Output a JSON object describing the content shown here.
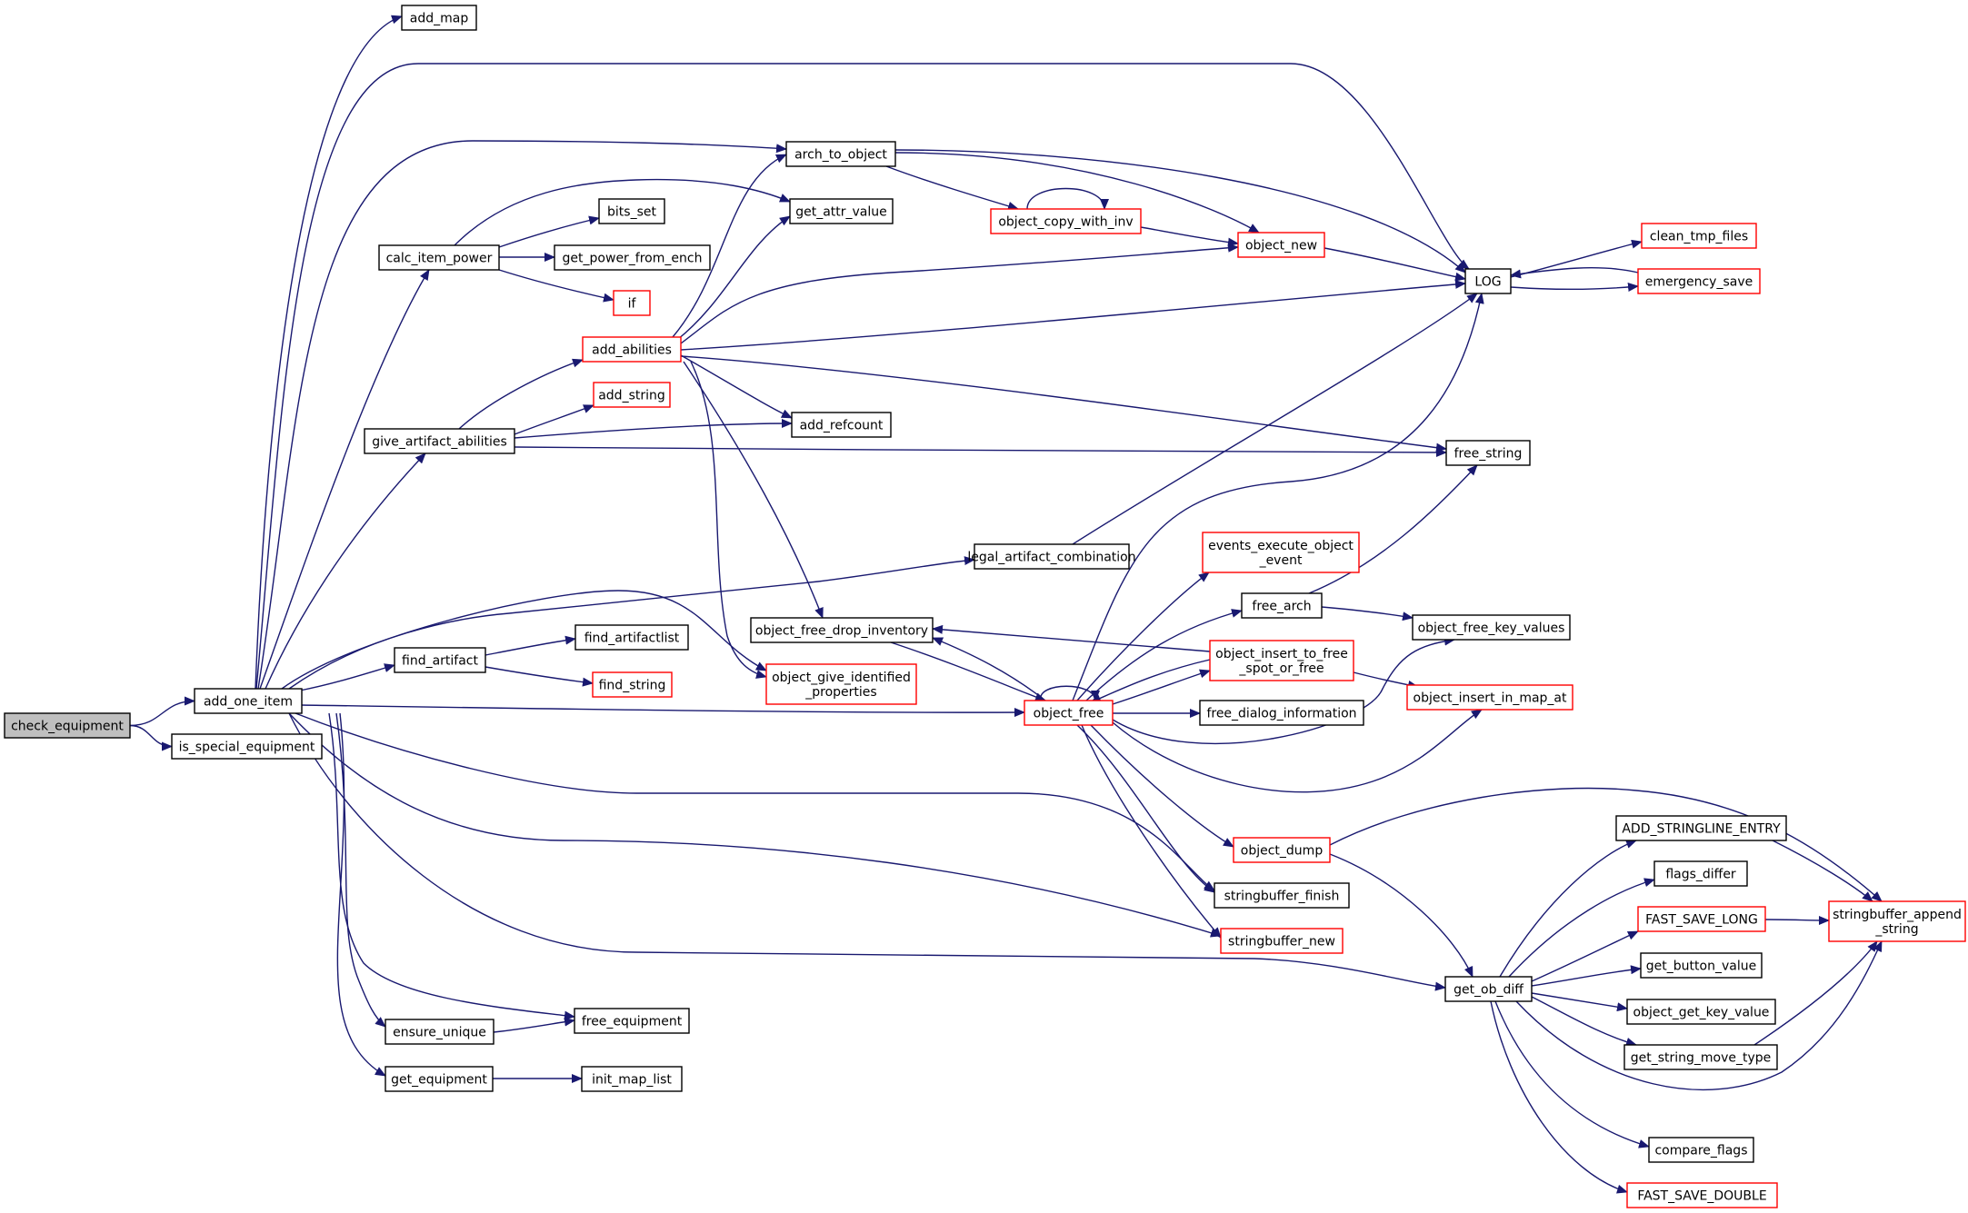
{
  "colors": {
    "edge": "#191970",
    "node_border": "#000000",
    "truncated_border": "#ff0000",
    "root_fill": "#bfbfbf",
    "node_fill": "#ffffff"
  },
  "nodes": [
    {
      "id": "check_equipment",
      "label": [
        "check_equipment"
      ],
      "root": true
    },
    {
      "id": "add_one_item",
      "label": [
        "add_one_item"
      ]
    },
    {
      "id": "is_special_equipment",
      "label": [
        "is_special_equipment"
      ]
    },
    {
      "id": "add_map",
      "label": [
        "add_map"
      ]
    },
    {
      "id": "arch_to_object",
      "label": [
        "arch_to_object"
      ]
    },
    {
      "id": "calc_item_power",
      "label": [
        "calc_item_power"
      ]
    },
    {
      "id": "give_artifact_abilities",
      "label": [
        "give_artifact_abilities"
      ]
    },
    {
      "id": "find_artifact",
      "label": [
        "find_artifact"
      ]
    },
    {
      "id": "ensure_unique",
      "label": [
        "ensure_unique"
      ]
    },
    {
      "id": "get_equipment",
      "label": [
        "get_equipment"
      ]
    },
    {
      "id": "bits_set",
      "label": [
        "bits_set"
      ]
    },
    {
      "id": "get_attr_value",
      "label": [
        "get_attr_value"
      ]
    },
    {
      "id": "get_power_from_ench",
      "label": [
        "get_power_from_ench"
      ]
    },
    {
      "id": "if",
      "label": [
        "if"
      ],
      "truncated": true
    },
    {
      "id": "add_abilities",
      "label": [
        "add_abilities"
      ],
      "truncated": true
    },
    {
      "id": "add_string",
      "label": [
        "add_string"
      ],
      "truncated": true
    },
    {
      "id": "add_refcount",
      "label": [
        "add_refcount"
      ]
    },
    {
      "id": "find_artifactlist",
      "label": [
        "find_artifactlist"
      ]
    },
    {
      "id": "find_string",
      "label": [
        "find_string"
      ],
      "truncated": true
    },
    {
      "id": "free_equipment",
      "label": [
        "free_equipment"
      ]
    },
    {
      "id": "init_map_list",
      "label": [
        "init_map_list"
      ]
    },
    {
      "id": "object_copy_with_inv",
      "label": [
        "object_copy_with_inv"
      ],
      "truncated": true
    },
    {
      "id": "object_new",
      "label": [
        "object_new"
      ],
      "truncated": true
    },
    {
      "id": "legal_artifact_combination",
      "label": [
        "legal_artifact_combination"
      ]
    },
    {
      "id": "object_free_drop_inventory",
      "label": [
        "object_free_drop_inventory"
      ]
    },
    {
      "id": "object_give_identified_properties",
      "label": [
        "object_give_identified",
        "_properties"
      ],
      "truncated": true
    },
    {
      "id": "object_free",
      "label": [
        "object_free"
      ],
      "truncated": true
    },
    {
      "id": "LOG",
      "label": [
        "LOG"
      ]
    },
    {
      "id": "clean_tmp_files",
      "label": [
        "clean_tmp_files"
      ],
      "truncated": true
    },
    {
      "id": "emergency_save",
      "label": [
        "emergency_save"
      ],
      "truncated": true
    },
    {
      "id": "free_string",
      "label": [
        "free_string"
      ]
    },
    {
      "id": "events_execute_object_event",
      "label": [
        "events_execute_object",
        "_event"
      ],
      "truncated": true
    },
    {
      "id": "free_arch",
      "label": [
        "free_arch"
      ]
    },
    {
      "id": "object_insert_to_free_spot_or_free",
      "label": [
        "object_insert_to_free",
        "_spot_or_free"
      ],
      "truncated": true
    },
    {
      "id": "free_dialog_information",
      "label": [
        "free_dialog_information"
      ]
    },
    {
      "id": "object_dump",
      "label": [
        "object_dump"
      ],
      "truncated": true
    },
    {
      "id": "stringbuffer_finish",
      "label": [
        "stringbuffer_finish"
      ]
    },
    {
      "id": "stringbuffer_new",
      "label": [
        "stringbuffer_new"
      ],
      "truncated": true
    },
    {
      "id": "object_free_key_values",
      "label": [
        "object_free_key_values"
      ]
    },
    {
      "id": "object_insert_in_map_at",
      "label": [
        "object_insert_in_map_at"
      ],
      "truncated": true
    },
    {
      "id": "get_ob_diff",
      "label": [
        "get_ob_diff"
      ]
    },
    {
      "id": "ADD_STRINGLINE_ENTRY",
      "label": [
        "ADD_STRINGLINE_ENTRY"
      ]
    },
    {
      "id": "flags_differ",
      "label": [
        "flags_differ"
      ]
    },
    {
      "id": "FAST_SAVE_LONG",
      "label": [
        "FAST_SAVE_LONG"
      ],
      "truncated": true
    },
    {
      "id": "get_button_value",
      "label": [
        "get_button_value"
      ]
    },
    {
      "id": "object_get_key_value",
      "label": [
        "object_get_key_value"
      ]
    },
    {
      "id": "get_string_move_type",
      "label": [
        "get_string_move_type"
      ]
    },
    {
      "id": "compare_flags",
      "label": [
        "compare_flags"
      ]
    },
    {
      "id": "FAST_SAVE_DOUBLE",
      "label": [
        "FAST_SAVE_DOUBLE"
      ],
      "truncated": true
    },
    {
      "id": "stringbuffer_append_string",
      "label": [
        "stringbuffer_append",
        "_string"
      ],
      "truncated": true
    }
  ],
  "edges": [
    {
      "from": "check_equipment",
      "to": "add_one_item"
    },
    {
      "from": "check_equipment",
      "to": "is_special_equipment"
    },
    {
      "from": "add_one_item",
      "to": "add_map"
    },
    {
      "from": "add_one_item",
      "to": "LOG"
    },
    {
      "from": "add_one_item",
      "to": "arch_to_object"
    },
    {
      "from": "add_one_item",
      "to": "calc_item_power"
    },
    {
      "from": "add_one_item",
      "to": "give_artifact_abilities"
    },
    {
      "from": "add_one_item",
      "to": "find_artifact"
    },
    {
      "from": "add_one_item",
      "to": "legal_artifact_combination"
    },
    {
      "from": "add_one_item",
      "to": "object_give_identified_properties"
    },
    {
      "from": "add_one_item",
      "to": "object_free"
    },
    {
      "from": "add_one_item",
      "to": "stringbuffer_finish"
    },
    {
      "from": "add_one_item",
      "to": "stringbuffer_new"
    },
    {
      "from": "add_one_item",
      "to": "get_ob_diff"
    },
    {
      "from": "add_one_item",
      "to": "free_equipment"
    },
    {
      "from": "add_one_item",
      "to": "ensure_unique"
    },
    {
      "from": "add_one_item",
      "to": "get_equipment"
    },
    {
      "from": "calc_item_power",
      "to": "get_attr_value"
    },
    {
      "from": "calc_item_power",
      "to": "bits_set"
    },
    {
      "from": "calc_item_power",
      "to": "get_power_from_ench"
    },
    {
      "from": "calc_item_power",
      "to": "if"
    },
    {
      "from": "give_artifact_abilities",
      "to": "add_abilities"
    },
    {
      "from": "give_artifact_abilities",
      "to": "add_string"
    },
    {
      "from": "give_artifact_abilities",
      "to": "add_refcount"
    },
    {
      "from": "give_artifact_abilities",
      "to": "free_string"
    },
    {
      "from": "find_artifact",
      "to": "find_artifactlist"
    },
    {
      "from": "find_artifact",
      "to": "find_string"
    },
    {
      "from": "ensure_unique",
      "to": "free_equipment"
    },
    {
      "from": "get_equipment",
      "to": "init_map_list"
    },
    {
      "from": "add_abilities",
      "to": "arch_to_object"
    },
    {
      "from": "add_abilities",
      "to": "get_attr_value"
    },
    {
      "from": "add_abilities",
      "to": "object_new"
    },
    {
      "from": "add_abilities",
      "to": "LOG"
    },
    {
      "from": "add_abilities",
      "to": "add_refcount"
    },
    {
      "from": "add_abilities",
      "to": "free_string"
    },
    {
      "from": "add_abilities",
      "to": "object_free_drop_inventory"
    },
    {
      "from": "add_abilities",
      "to": "object_give_identified_properties"
    },
    {
      "from": "arch_to_object",
      "to": "LOG"
    },
    {
      "from": "arch_to_object",
      "to": "object_copy_with_inv"
    },
    {
      "from": "arch_to_object",
      "to": "object_new"
    },
    {
      "from": "object_copy_with_inv",
      "to": "object_copy_with_inv"
    },
    {
      "from": "object_copy_with_inv",
      "to": "object_new"
    },
    {
      "from": "object_new",
      "to": "LOG"
    },
    {
      "from": "LOG",
      "to": "clean_tmp_files"
    },
    {
      "from": "LOG",
      "to": "emergency_save"
    },
    {
      "from": "emergency_save",
      "to": "LOG"
    },
    {
      "from": "legal_artifact_combination",
      "to": "LOG"
    },
    {
      "from": "object_free_drop_inventory",
      "to": "object_free"
    },
    {
      "from": "object_free",
      "to": "object_free"
    },
    {
      "from": "object_free",
      "to": "object_free_drop_inventory"
    },
    {
      "from": "object_free",
      "to": "LOG"
    },
    {
      "from": "object_free",
      "to": "events_execute_object_event"
    },
    {
      "from": "object_free",
      "to": "free_arch"
    },
    {
      "from": "object_free",
      "to": "object_insert_to_free_spot_or_free"
    },
    {
      "from": "object_free",
      "to": "free_dialog_information"
    },
    {
      "from": "object_free",
      "to": "object_free_key_values"
    },
    {
      "from": "object_free",
      "to": "object_insert_in_map_at"
    },
    {
      "from": "object_free",
      "to": "object_dump"
    },
    {
      "from": "object_free",
      "to": "stringbuffer_finish"
    },
    {
      "from": "object_free",
      "to": "stringbuffer_new"
    },
    {
      "from": "free_arch",
      "to": "free_string"
    },
    {
      "from": "free_arch",
      "to": "object_free_key_values"
    },
    {
      "from": "object_insert_to_free_spot_or_free",
      "to": "object_free_drop_inventory"
    },
    {
      "from": "object_insert_to_free_spot_or_free",
      "to": "object_free"
    },
    {
      "from": "object_insert_to_free_spot_or_free",
      "to": "object_insert_in_map_at"
    },
    {
      "from": "object_dump",
      "to": "get_ob_diff"
    },
    {
      "from": "object_dump",
      "to": "stringbuffer_append_string"
    },
    {
      "from": "get_ob_diff",
      "to": "ADD_STRINGLINE_ENTRY"
    },
    {
      "from": "get_ob_diff",
      "to": "flags_differ"
    },
    {
      "from": "get_ob_diff",
      "to": "FAST_SAVE_LONG"
    },
    {
      "from": "get_ob_diff",
      "to": "get_button_value"
    },
    {
      "from": "get_ob_diff",
      "to": "object_get_key_value"
    },
    {
      "from": "get_ob_diff",
      "to": "get_string_move_type"
    },
    {
      "from": "get_ob_diff",
      "to": "stringbuffer_append_string"
    },
    {
      "from": "get_ob_diff",
      "to": "compare_flags"
    },
    {
      "from": "get_ob_diff",
      "to": "FAST_SAVE_DOUBLE"
    },
    {
      "from": "ADD_STRINGLINE_ENTRY",
      "to": "stringbuffer_append_string"
    },
    {
      "from": "FAST_SAVE_LONG",
      "to": "stringbuffer_append_string"
    },
    {
      "from": "get_string_move_type",
      "to": "stringbuffer_append_string"
    }
  ]
}
